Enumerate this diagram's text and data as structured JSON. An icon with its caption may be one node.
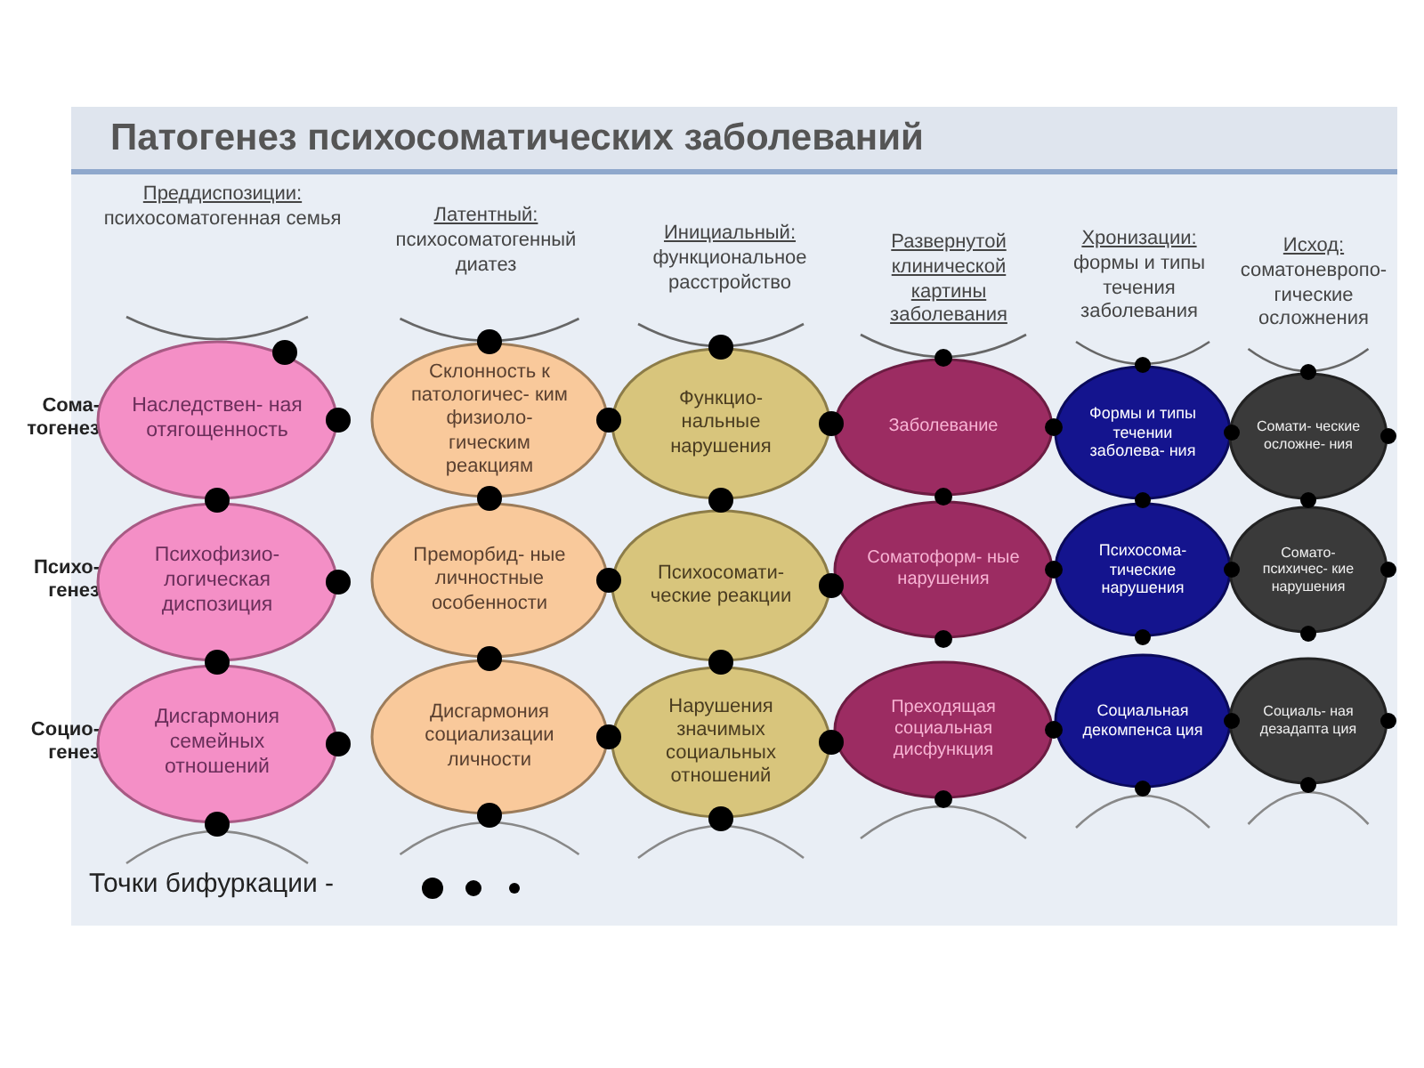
{
  "diagram": {
    "title": "Патогенез психосоматических заболеваний",
    "nodes": [
      {
        "text": [
          "Наследствен- ная отягощенность"
        ]
      },
      {
        "text": [
          "Склонность к патологичес- ким физиоло- гическим реакциям"
        ]
      },
      {
        "text": [
          "Функцио- нальные нарушения"
        ]
      },
      {
        "text": [
          "Заболевание"
        ]
      },
      {
        "text": [
          "Формы и типы течении заболева- ния"
        ]
      },
      {
        "text": [
          "Сомати- ческие осложне- ния"
        ]
      },
      {
        "text": [
          "Психофизио- логическая диспозиция"
        ]
      },
      {
        "text": [
          "Преморбид- ные личностные особенности"
        ]
      },
      {
        "text": [
          "Психосомати- ческие реакции"
        ]
      },
      {
        "text": [
          "Соматоформ- ные нарушения"
        ]
      },
      {
        "text": [
          "Психосома- тические нарушения"
        ]
      },
      {
        "text": [
          "Сомато- психичес- кие нарушения"
        ]
      },
      {
        "text": [
          "Дисгармония семейных отношений"
        ]
      },
      {
        "text": [
          "Дисгармония социализации личности"
        ]
      },
      {
        "text": [
          "Нарушения значимых социальных отношений"
        ]
      },
      {
        "text": [
          "Преходящая социальная дисфункция"
        ]
      },
      {
        "text": [
          "Социальная декомпенса ция"
        ]
      },
      {
        "text": [
          "Социаль- ная дезадапта ция"
        ]
      }
    ],
    "labels": [
      "Преддиспозиции:",
      "психосоматогенная семья",
      "Латентный:",
      "психосоматогенный диатез",
      "Инициальный:",
      "функциональное расстройство",
      "Развернутой клинической картины заболевания",
      "Хронизации:",
      "формы и типы течения заболевания",
      "Исход:",
      "соматоневропо- гические осложнения",
      "Сома- тогенез",
      "Психо- генез",
      "Социо- генез"
    ],
    "legend": [
      {
        "text": "Точки бифуркации -"
      }
    ]
  }
}
